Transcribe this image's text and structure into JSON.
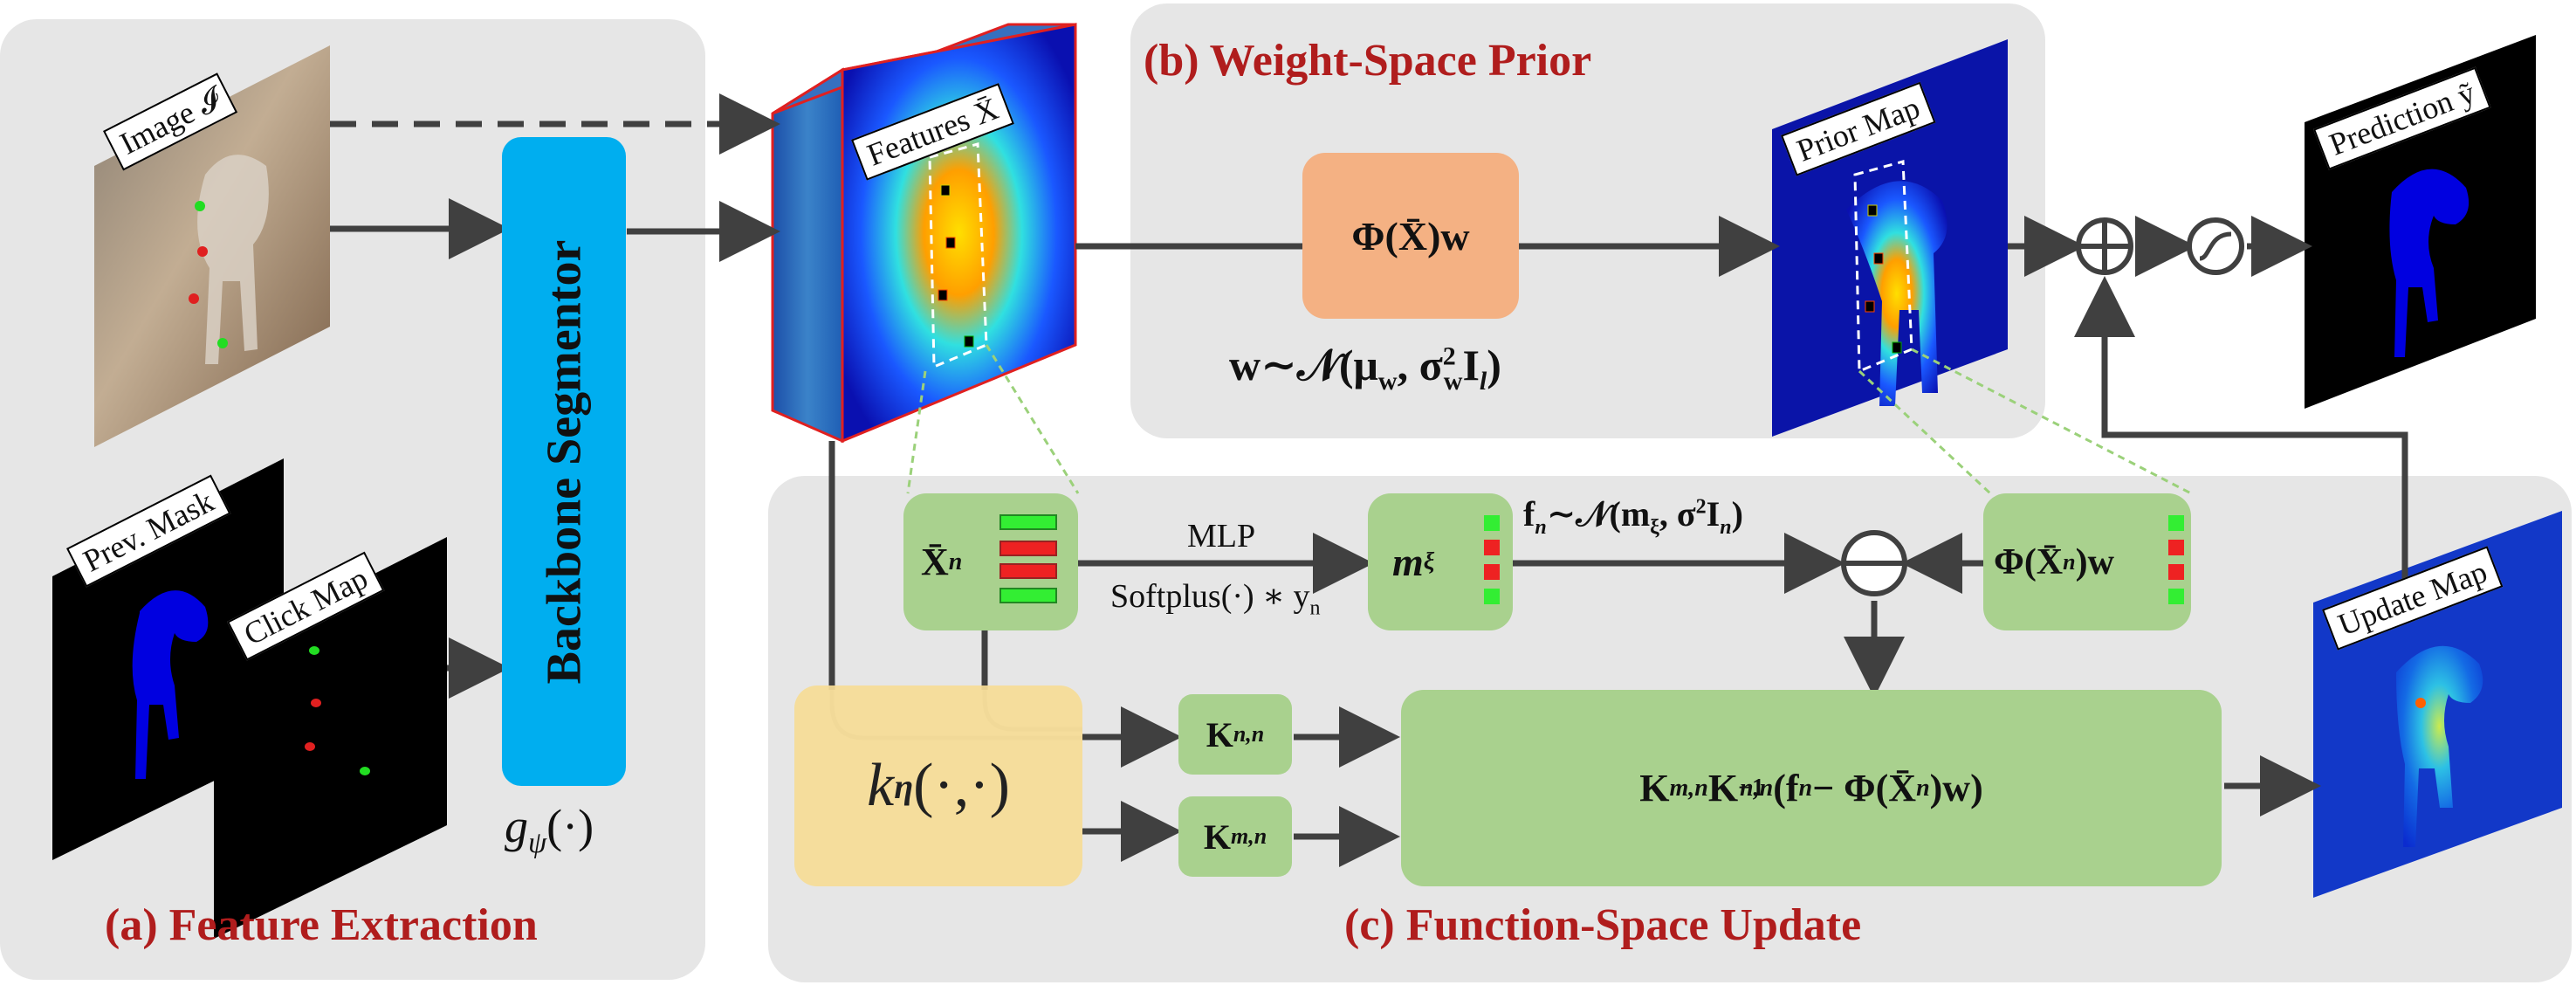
{
  "panels": {
    "a_title": "(a) Feature Extraction",
    "b_title": "(b) Weight-Space Prior",
    "c_title": "(c) Function-Space Update"
  },
  "images": {
    "image": "Image 𝓘",
    "prev_mask": "Prev. Mask",
    "click_map": "Click Map",
    "features": "Features X̄",
    "prior_map": "Prior Map",
    "prediction": "Prediction ỹ",
    "update_map": "Update Map"
  },
  "backbone": {
    "label": "Backbone Segmentor",
    "func": "g",
    "func_sub": "ψ",
    "func_args": "(·)"
  },
  "prior": {
    "box": "Φ(X̄)w",
    "dist": "w∼𝒩(μ",
    "dist_sub": "w",
    "dist_mid": ", σ",
    "dist_sub2": "w",
    "dist_sup2": "2",
    "dist_end": "I",
    "dist_sub3": "l",
    "dist_close": ")"
  },
  "update": {
    "xn": "X̄",
    "xn_sub": "n",
    "mlp": "MLP",
    "softplus": "Softplus(·) ∗ y",
    "softplus_sub": "n",
    "m": "m",
    "m_sub": "ξ",
    "fn_a": "f",
    "fn_a_sub": "n",
    "fn_b": "∼𝒩(m",
    "fn_b_sub": "ξ",
    "fn_c": ", σ",
    "fn_c_sup": "2",
    "fn_d": "I",
    "fn_d_sub": "n",
    "fn_e": ")",
    "phi_xn": "Φ(X̄",
    "phi_xn_sub": "n",
    "phi_xn_end": ")w",
    "kernel": "k",
    "kernel_sub": "η",
    "kernel_args": "(·,·)",
    "knn": "K",
    "knn_sub": "n,n",
    "kmn": "K",
    "kmn_sub": "m,n",
    "big_a": "K",
    "big_a_sub": "m,n",
    "big_b": "K",
    "big_b_sup": "−1",
    "big_b_sub": "n,n",
    "big_c": " (f",
    "big_c_sub": "n",
    "big_d": " − Φ(X̄",
    "big_d_sub": "n",
    "big_e": ")w)"
  },
  "colors": {
    "panel_bg": "#e6e6e6",
    "title_red": "#b01d1d",
    "backbone_blue": "#00aeef",
    "orange": "#f4b183",
    "green": "#a9d18e",
    "yellow": "#f7dd96",
    "arrow": "#404040"
  }
}
